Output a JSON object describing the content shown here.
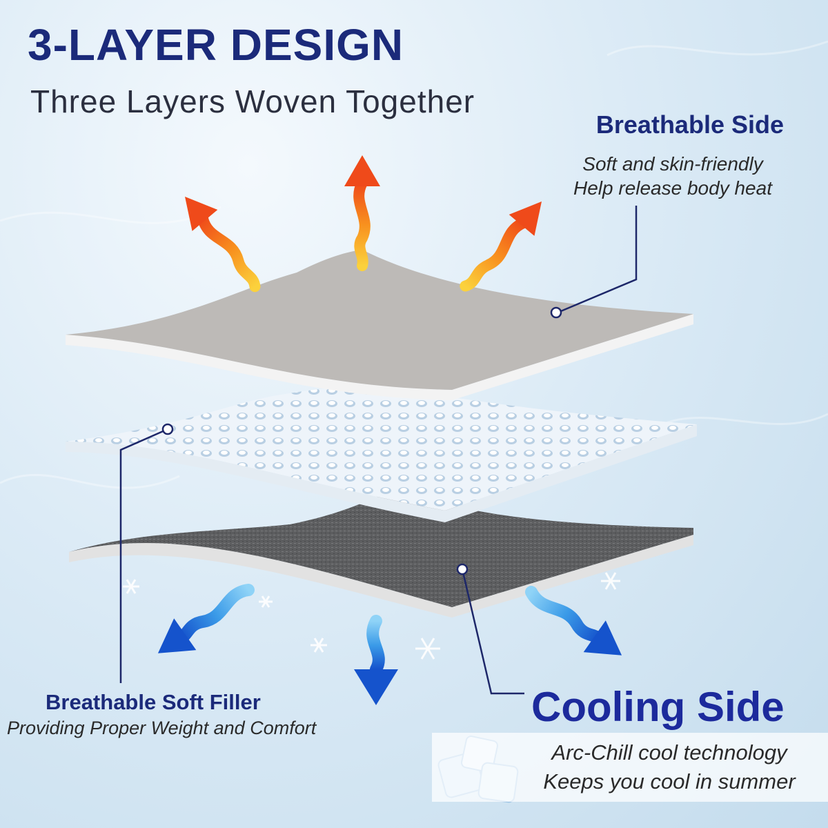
{
  "header": {
    "title": "3-LAYER DESIGN",
    "subtitle": "Three Layers Woven Together"
  },
  "layers": {
    "breathable_side": {
      "title": "Breathable Side",
      "line1": "Soft and skin-friendly",
      "line2": "Help release body heat"
    },
    "filler": {
      "title": "Breathable Soft Filler",
      "line1": "Providing Proper Weight and Comfort"
    },
    "cooling_side": {
      "title": "Cooling Side",
      "line1": "Arc-Chill cool technology",
      "line2": "Keeps you cool in summer"
    }
  },
  "colors": {
    "title": "#1b2a7a",
    "top_layer": "#bdbab7",
    "middle_layer": "#eef4fa",
    "bottom_layer": "#5f6062",
    "heat_arrow": "#f36a1c",
    "cool_arrow": "#1f70e0"
  },
  "icons": [
    "heat-arrow-icon",
    "cool-arrow-icon",
    "snowflake-icon",
    "ice-cubes-icon"
  ]
}
